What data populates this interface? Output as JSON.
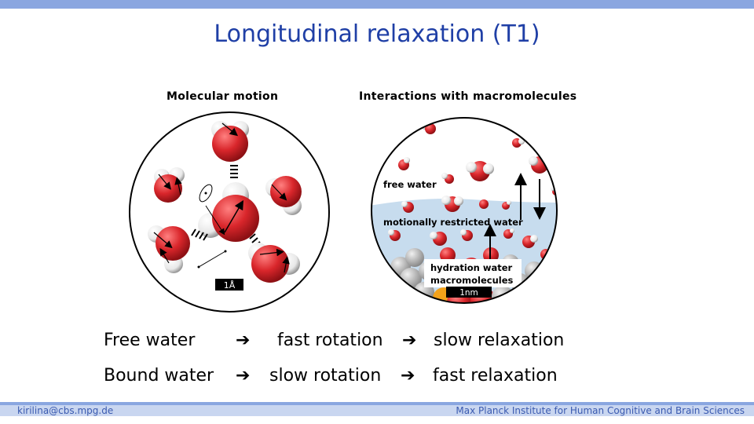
{
  "slide": {
    "title": "Longitudinal relaxation (T1)"
  },
  "left_panel": {
    "title": "Molecular motion",
    "scale_label": "1Å"
  },
  "right_panel": {
    "title": "Interactions with macromolecules",
    "label_free_water": "free water",
    "label_restricted_water": "motionally restricted water",
    "label_hydration_water": "hydration water",
    "label_macromolecules": "macromolecules",
    "scale_label": "1nm"
  },
  "statements": [
    {
      "subject": "Free water",
      "arrow1": "➔",
      "rate": "fast rotation",
      "arrow2": "➔",
      "result": "slow relaxation"
    },
    {
      "subject": "Bound water",
      "arrow1": "➔",
      "rate": "slow rotation",
      "arrow2": "➔",
      "result": "fast relaxation"
    }
  ],
  "footer": {
    "email": "kirilina@cbs.mpg.de",
    "institute": "Max Planck Institute for Human Cognitive and Brain Sciences"
  },
  "colors": {
    "accent_bar": "#8aa6e0",
    "title": "#1f3fa6",
    "oxygen": "#d9262b",
    "hydrogen": "#ffffff",
    "restricted_layer": "#c7dcee"
  }
}
